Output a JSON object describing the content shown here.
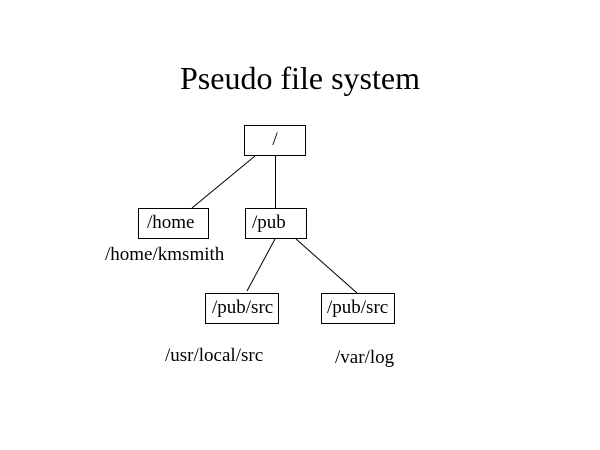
{
  "title": "Pseudo file system",
  "nodes": {
    "root": "/",
    "home": "/home",
    "pub": "/pub",
    "pub_src_left": "/pub/src",
    "pub_src_right": "/pub/src"
  },
  "mappings": {
    "home": "/home/kmsmith",
    "pub_src_left": "/usr/local/src",
    "pub_src_right": "/var/log"
  },
  "edges": [
    {
      "from": "root",
      "to": "home"
    },
    {
      "from": "root",
      "to": "pub"
    },
    {
      "from": "pub",
      "to": "pub_src_left"
    },
    {
      "from": "pub",
      "to": "pub_src_right"
    }
  ]
}
